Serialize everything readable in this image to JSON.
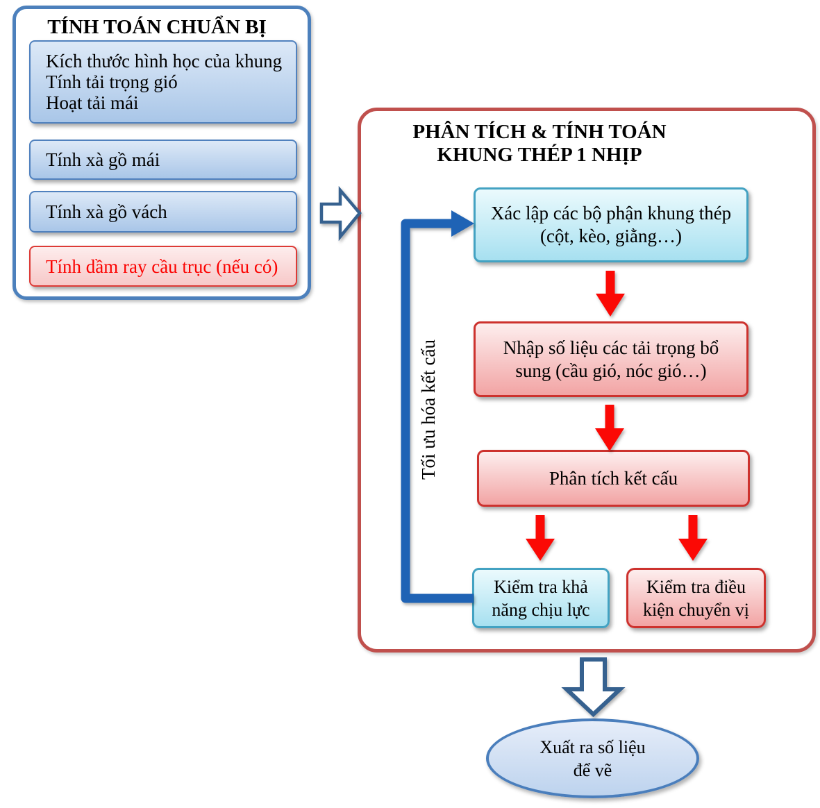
{
  "colors": {
    "blue_panel_border": "#4C80BC",
    "blue_node_border": "#5081BE",
    "blue_node_top": "#dde9f7",
    "blue_node_bottom": "#a9c6e8",
    "red_node_border": "#DD3A36",
    "red_node_top": "#FDEDED",
    "red_node_bottom": "#F7C8C8",
    "red_text": "#FB0200",
    "analysis_panel_border": "#C0504D",
    "cyan_node_border": "#43A2C2",
    "cyan_top": "#EBFAFD",
    "cyan_bottom": "#A7E0F0",
    "pink_node_border": "#CD322E",
    "pink_top": "#FDEEEE",
    "pink_bottom": "#F2A4A4",
    "arrow_red": "#FB0905",
    "arrow_blue": "#1F63B5",
    "outline_arrow": "#36618F",
    "ellipse_border": "#4A7EBC",
    "ellipse_top": "#E6EDF9",
    "ellipse_bottom": "#BDD3EE",
    "text": "#000000"
  },
  "prep": {
    "title": "TÍNH TOÁN CHUẨN BỊ",
    "boxes": [
      {
        "lines": [
          "Kích thước hình học của khung",
          "Tính tải trọng gió",
          "Hoạt tải mái"
        ]
      },
      {
        "lines": [
          "Tính xà gồ mái"
        ]
      },
      {
        "lines": [
          "Tính xà gồ vách"
        ]
      },
      {
        "lines": [
          "Tính dầm ray cầu trục (nếu có)"
        ]
      }
    ]
  },
  "analysis": {
    "title_line1": "PHÂN TÍCH & TÍNH TOÁN",
    "title_line2": "KHUNG THÉP 1 NHỊP",
    "steps": {
      "establish": {
        "line1": "Xác lập các bộ phận khung thép",
        "line2": "(cột, kèo, giằng…)"
      },
      "input_loads": {
        "line1": "Nhập số liệu các tải trọng bổ",
        "line2": "sung (cầu gió, nóc gió…)"
      },
      "analyze": {
        "line1": "Phân tích kết cấu"
      },
      "check_strength": {
        "line1": "Kiểm tra khả",
        "line2": "năng chịu lực"
      },
      "check_displacement": {
        "line1": "Kiểm tra điều",
        "line2": "kiện chuyển vị"
      }
    },
    "loop_label": "Tối ưu hóa kết cấu"
  },
  "output": {
    "line1": "Xuất ra số liệu",
    "line2": "để vẽ"
  }
}
